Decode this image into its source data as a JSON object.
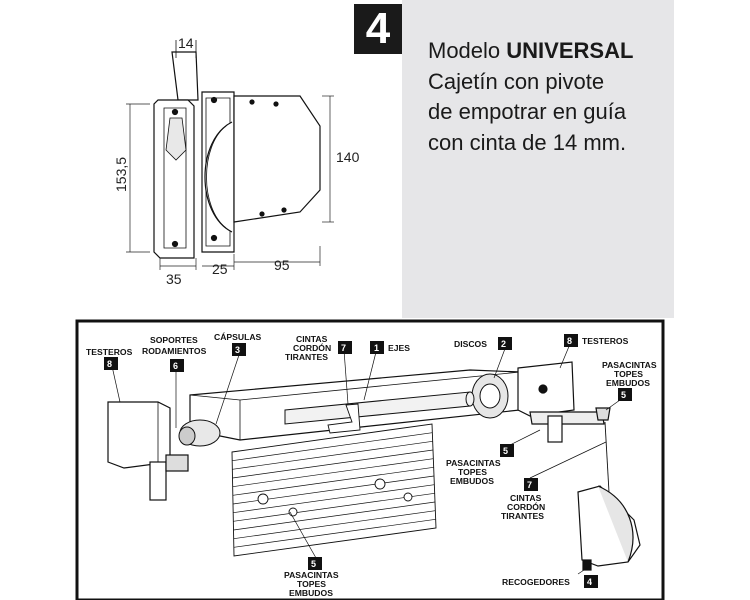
{
  "badge": {
    "number": "4"
  },
  "description": {
    "line1_prefix": "Modelo ",
    "line1_bold": "UNIVERSAL",
    "line2": "Cajetín con pivote",
    "line3": "de empotrar en guía",
    "line4": "con cinta de 14 mm."
  },
  "dimensions": {
    "d14": "14",
    "d153": "153,5",
    "d140": "140",
    "d35": "35",
    "d25": "25",
    "d95": "95"
  },
  "labels": {
    "testeros_left": "TESTEROS",
    "soportes_1": "SOPORTES",
    "soportes_2": "RODAMIENTOS",
    "capsulas": "CÁPSULAS",
    "cintas_top_1": "CINTAS",
    "cintas_top_2": "CORDÓN",
    "cintas_top_3": "TIRANTES",
    "ejes": "EJES",
    "discos": "DISCOS",
    "testeros_right": "TESTEROS",
    "pasacintas_right_1": "PASACINTAS",
    "pasacintas_right_2": "TOPES",
    "pasacintas_right_3": "EMBUDOS",
    "pasacintas_mid_1": "PASACINTAS",
    "pasacintas_mid_2": "TOPES",
    "pasacintas_mid_3": "EMBUDOS",
    "cintas_bottom_1": "CINTAS",
    "cintas_bottom_2": "CORDÓN",
    "cintas_bottom_3": "TIRANTES",
    "pasacintas_bottom_1": "PASACINTAS",
    "pasacintas_bottom_2": "TOPES",
    "pasacintas_bottom_3": "EMBUDOS",
    "recogedores": "RECOGEDORES"
  },
  "numbers": {
    "n_testeros_left": "8",
    "n_soportes": "6",
    "n_capsulas": "3",
    "n_cintas_top": "7",
    "n_ejes": "1",
    "n_discos": "2",
    "n_testeros_right": "8",
    "n_pasacintas_right": "5",
    "n_pasacintas_mid": "5",
    "n_cintas_bottom": "7",
    "n_pasacintas_bottom": "5",
    "n_recogedores": "4"
  }
}
